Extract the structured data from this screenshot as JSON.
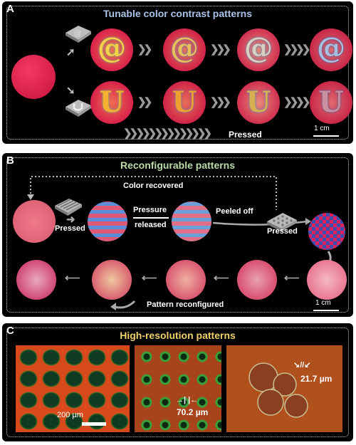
{
  "panel_a": {
    "label": "A",
    "title": "Tunable color contrast patterns",
    "glyph_at": "@",
    "glyph_u": "U",
    "pressed": "Pressed",
    "scale": "1 cm"
  },
  "panel_b": {
    "label": "B",
    "title": "Reconfigurable patterns",
    "color_recovered": "Color recovered",
    "pressed1": "Pressed",
    "pressure": "Pressure",
    "released": "released",
    "peeled_off": "Peeled off",
    "pressed2": "Pressed",
    "pattern_reconfigured": "Pattern reconfigured",
    "scale": "1 cm"
  },
  "panel_c": {
    "label": "C",
    "title": "High-resolution patterns",
    "scale": "200 µm",
    "dim1": "70.2 µm",
    "dim2": "21.7 µm"
  },
  "colors": {
    "title_a": "#a9c2e6",
    "title_b": "#b9dca8",
    "title_c": "#f0d06a",
    "disc_red": "#e0204a"
  }
}
